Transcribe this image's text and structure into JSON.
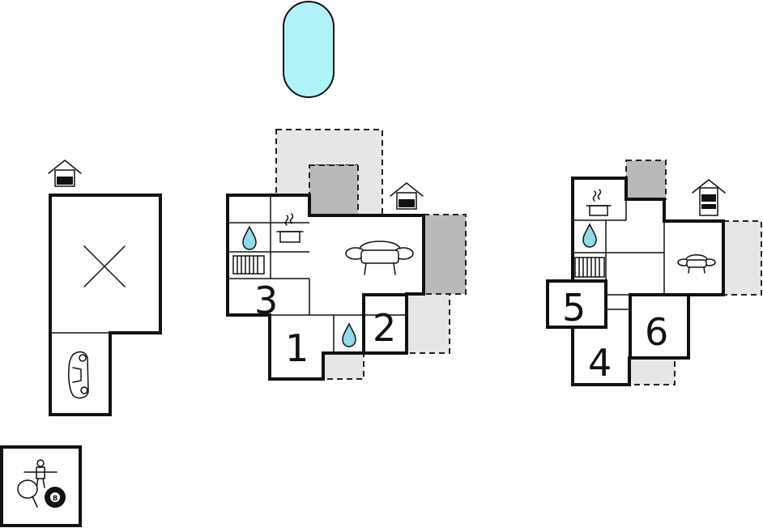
{
  "colors": {
    "pool": "#aff2f7",
    "terrace_light": "#e6e6e6",
    "terrace_dark": "#b9b9b9",
    "water_drop": "#8fdbe8",
    "walls": "#111111"
  },
  "icons": {
    "house_entrance": "house-entrance-icon",
    "sofa": "sofa-icon",
    "cooking_pot": "cooking-pot-icon",
    "water_drop": "water-drop-icon",
    "radiator": "radiator-icon",
    "car": "car-icon",
    "table_tennis": "table-tennis-icon",
    "billiard_ball": "billiard-ball-icon",
    "table_football": "table-football-icon",
    "closed_area": "cross-icon"
  },
  "rooms": {
    "r1": "1",
    "r2": "2",
    "r3": "3",
    "r4": "4",
    "r5": "5",
    "r6": "6"
  },
  "billiard_ball_label": "8"
}
